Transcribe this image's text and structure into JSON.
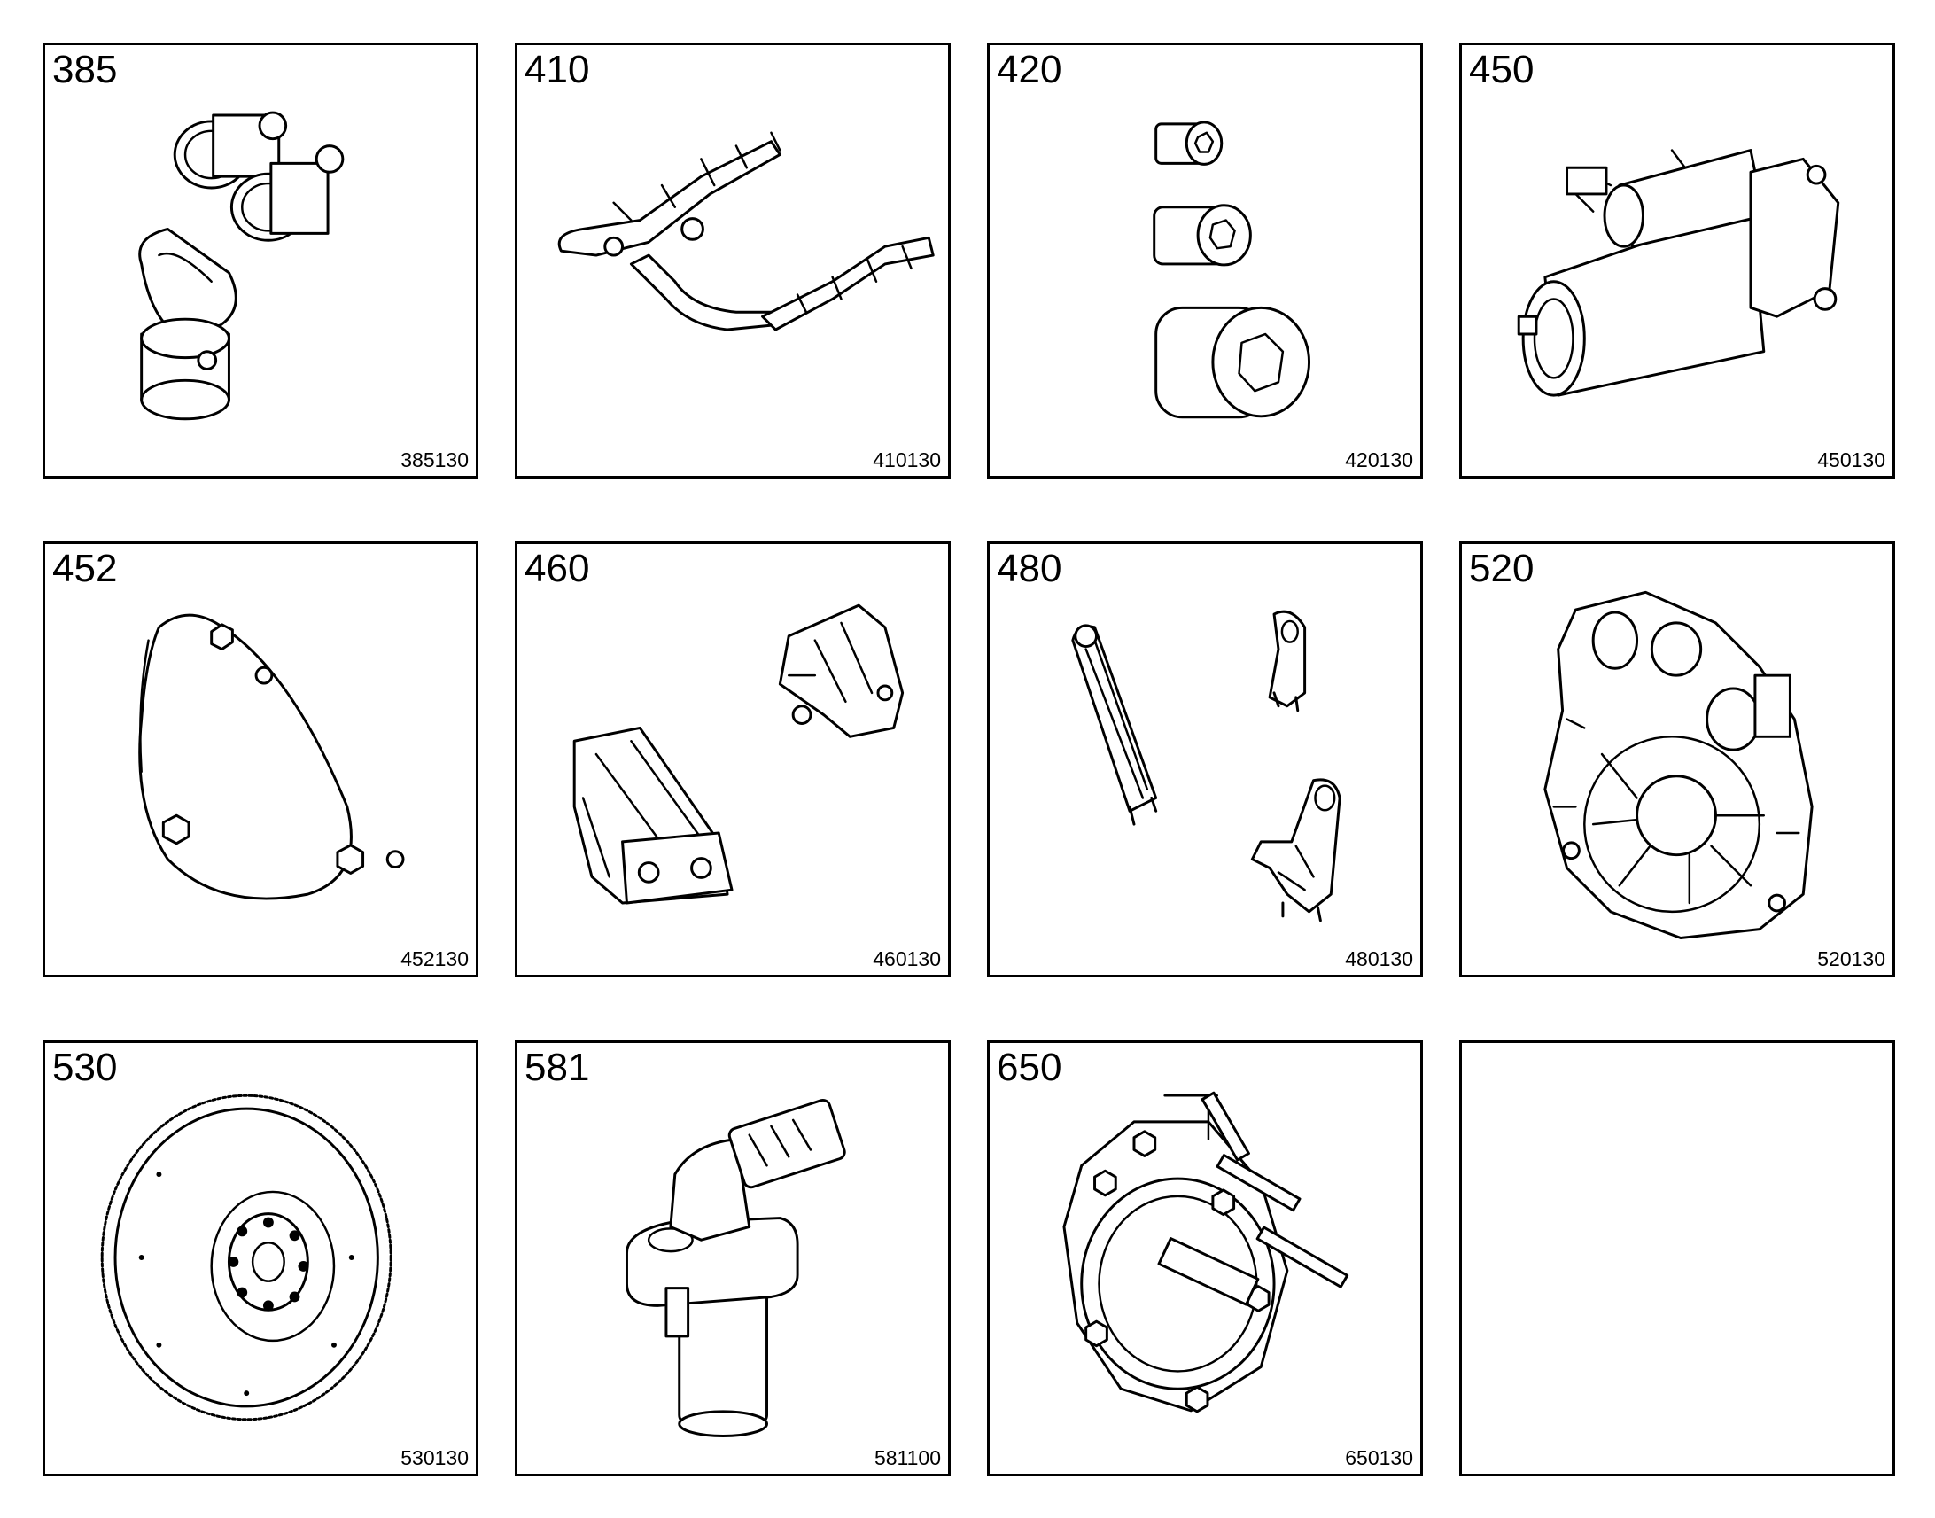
{
  "parts": [
    {
      "number": "385",
      "code": "385130",
      "icon": "pipe-fitting-icon"
    },
    {
      "number": "410",
      "code": "410130",
      "icon": "wiring-harness-icon"
    },
    {
      "number": "420",
      "code": "420130",
      "icon": "plug-screws-icon"
    },
    {
      "number": "450",
      "code": "450130",
      "icon": "starter-motor-icon"
    },
    {
      "number": "452",
      "code": "452130",
      "icon": "cover-plate-icon"
    },
    {
      "number": "460",
      "code": "460130",
      "icon": "bracket-icon"
    },
    {
      "number": "480",
      "code": "480130",
      "icon": "lifting-eye-icon"
    },
    {
      "number": "520",
      "code": "520130",
      "icon": "flywheel-housing-icon"
    },
    {
      "number": "530",
      "code": "530130",
      "icon": "flywheel-icon"
    },
    {
      "number": "581",
      "code": "581100",
      "icon": "sensor-icon"
    },
    {
      "number": "650",
      "code": "650130",
      "icon": "rear-cover-icon"
    },
    {
      "number": "",
      "code": "",
      "icon": ""
    }
  ]
}
